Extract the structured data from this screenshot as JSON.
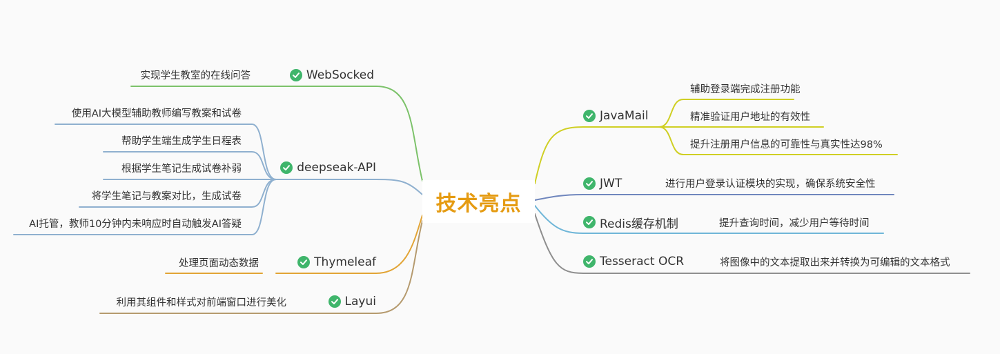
{
  "root": {
    "label": "技术亮点"
  },
  "left": [
    {
      "key": "websocked",
      "label": "WebSocked",
      "color": "#7cc26a",
      "leaves": [
        "实现学生教室的在线问答"
      ]
    },
    {
      "key": "deepseak",
      "label": "deepseak-API",
      "color": "#8fb0cf",
      "leaves": [
        "使用AI大模型辅助教师编写教案和试卷",
        "帮助学生端生成学生日程表",
        "根据学生笔记生成试卷补弱",
        "将学生笔记与教案对比，生成试卷",
        "AI托管，教师10分钟内未响应时自动触发AI答疑"
      ]
    },
    {
      "key": "thymeleaf",
      "label": "Thymeleaf",
      "color": "#e2a435",
      "leaves": [
        "处理页面动态数据"
      ]
    },
    {
      "key": "layui",
      "label": "Layui",
      "color": "#b59a6e",
      "leaves": [
        "利用其组件和样式对前端窗口进行美化"
      ]
    }
  ],
  "right": [
    {
      "key": "javamail",
      "label": "JavaMail",
      "color": "#cfcf24",
      "leaves": [
        "辅助登录端完成注册功能",
        "精准验证用户地址的有效性",
        "提升注册用户信息的可靠性与真实性达98%"
      ]
    },
    {
      "key": "jwt",
      "label": "JWT",
      "color": "#6f86bd",
      "leaves": [
        "进行用户登录认证模块的实现，确保系统安全性"
      ]
    },
    {
      "key": "redis",
      "label": "Redis缓存机制",
      "color": "#6fb6d8",
      "leaves": [
        "提升查询时间，减少用户等待时间"
      ]
    },
    {
      "key": "tesseract",
      "label": "Tesseract OCR",
      "color": "#8f8f8f",
      "leaves": [
        "将图像中的文本提取出来并转换为可编辑的文本格式"
      ]
    }
  ]
}
